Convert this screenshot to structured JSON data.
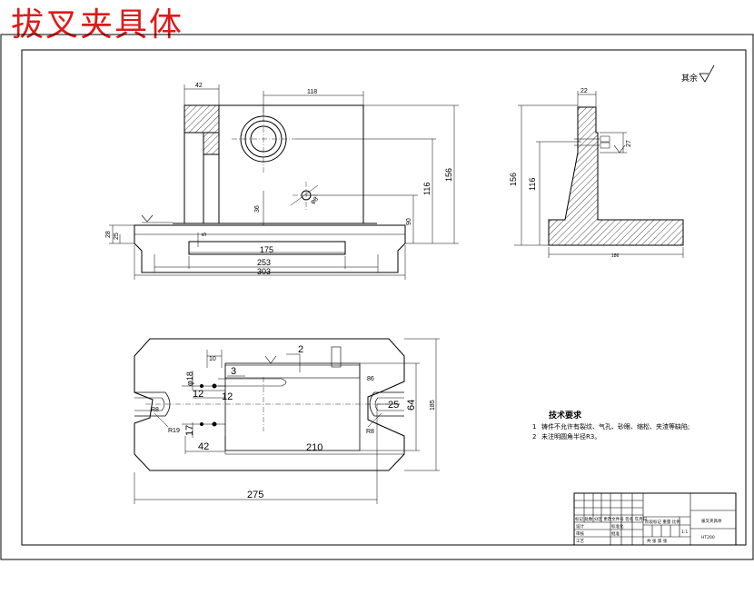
{
  "title": "拔叉夹具体",
  "roughness": {
    "label": "其余"
  },
  "front_view": {
    "dims": {
      "d42": "42",
      "d118": "118",
      "d156": "156",
      "d116": "116",
      "d90": "90",
      "d36": "36",
      "d28": "28",
      "d25": "25",
      "d5": "5",
      "d175": "175",
      "d253": "253",
      "d303": "303",
      "phi8": "φ8"
    }
  },
  "side_view": {
    "dims": {
      "d22": "22",
      "d27": "27",
      "d156": "156",
      "d116": "116",
      "d186": "186"
    }
  },
  "top_view": {
    "dims": {
      "d10": "10",
      "d2": "2",
      "d3": "3",
      "phi18": "φ18",
      "d12a": "12",
      "d12b": "12",
      "d86": "86",
      "d17": "17",
      "d25": "25",
      "d42": "42",
      "d210": "210",
      "d64": "64",
      "d185": "185",
      "d275": "275",
      "r8a": "R8",
      "r8b": "R8",
      "r19": "R19"
    }
  },
  "tech_req": {
    "heading": "技术要求",
    "item1_no": "1",
    "item1_text": "铸件不允许有裂纹、气孔、砂眼、缩松、夹渣等缺陷;",
    "item2_no": "2",
    "item2_text": "未注明圆角半径R3。"
  },
  "title_block": {
    "name": "拔叉夹具体",
    "material": "HT200",
    "row_header": "标记 处数 分区 更改文件号 签名 年月日",
    "designer": "设计",
    "checker": "审核",
    "standard": "标准化",
    "process": "工艺",
    "approve": "批准",
    "stage": "阶段标记 重量 比例",
    "ratio": "1:1",
    "sheet": "共 张 第 张"
  },
  "colors": {
    "title": "#e01818",
    "line": "#000000"
  }
}
